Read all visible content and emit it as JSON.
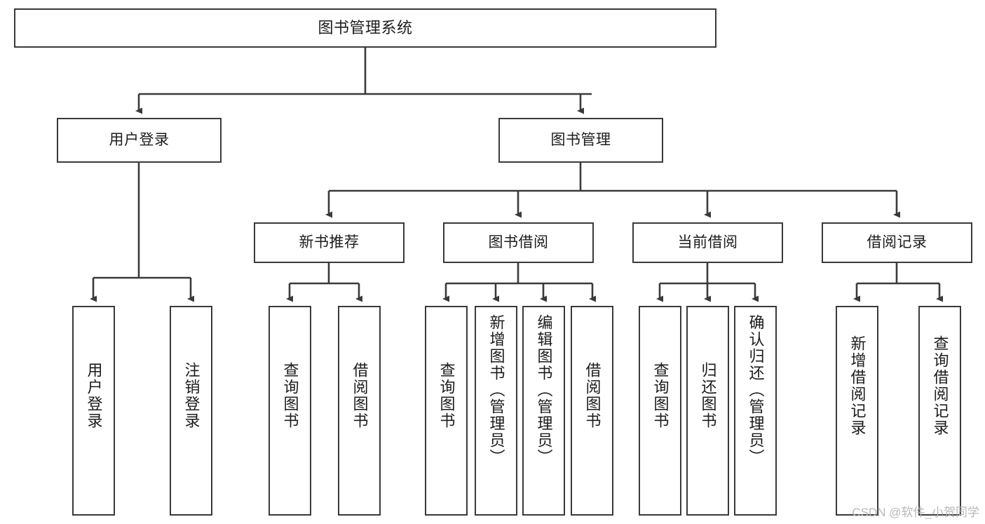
{
  "diagram": {
    "title": "图书管理系统",
    "type": "tree-hierarchy",
    "root": {
      "id": "root",
      "label": "图书管理系统"
    },
    "level1": [
      {
        "id": "user-login",
        "label": "用户登录"
      },
      {
        "id": "book-manage",
        "label": "图书管理"
      }
    ],
    "level2": [
      {
        "id": "new-book-recommend",
        "label": "新书推荐",
        "parent": "book-manage"
      },
      {
        "id": "book-borrow",
        "label": "图书借阅",
        "parent": "book-manage"
      },
      {
        "id": "current-borrow",
        "label": "当前借阅",
        "parent": "book-manage"
      },
      {
        "id": "borrow-record",
        "label": "借阅记录",
        "parent": "book-manage"
      }
    ],
    "leaves": [
      {
        "id": "leaf-user-login",
        "label": "用户登录",
        "parent": "user-login"
      },
      {
        "id": "leaf-user-logout",
        "label": "注销登录",
        "parent": "user-login"
      },
      {
        "id": "leaf-query-book-1",
        "label": "查询图书",
        "parent": "new-book-recommend"
      },
      {
        "id": "leaf-borrow-book-1",
        "label": "借阅图书",
        "parent": "new-book-recommend"
      },
      {
        "id": "leaf-query-book-2",
        "label": "查询图书",
        "parent": "book-borrow"
      },
      {
        "id": "leaf-add-book",
        "label": "新增图书（管理员）",
        "parent": "book-borrow"
      },
      {
        "id": "leaf-edit-book",
        "label": "编辑图书（管理员）",
        "parent": "book-borrow"
      },
      {
        "id": "leaf-borrow-book-2",
        "label": "借阅图书",
        "parent": "book-borrow"
      },
      {
        "id": "leaf-query-book-3",
        "label": "查询图书",
        "parent": "current-borrow"
      },
      {
        "id": "leaf-return-book",
        "label": "归还图书",
        "parent": "current-borrow"
      },
      {
        "id": "leaf-confirm-return",
        "label": "确认归还（管理员）",
        "parent": "current-borrow"
      },
      {
        "id": "leaf-add-record",
        "label": "新增借阅记录",
        "parent": "borrow-record"
      },
      {
        "id": "leaf-query-record",
        "label": "查询借阅记录",
        "parent": "borrow-record"
      }
    ],
    "watermark": "CSDN @软件_小贺同学",
    "colors": {
      "border": "#3a3a3a",
      "text": "#1c1c1c",
      "background": "#ffffff",
      "watermark": "#b8b8b8"
    }
  }
}
